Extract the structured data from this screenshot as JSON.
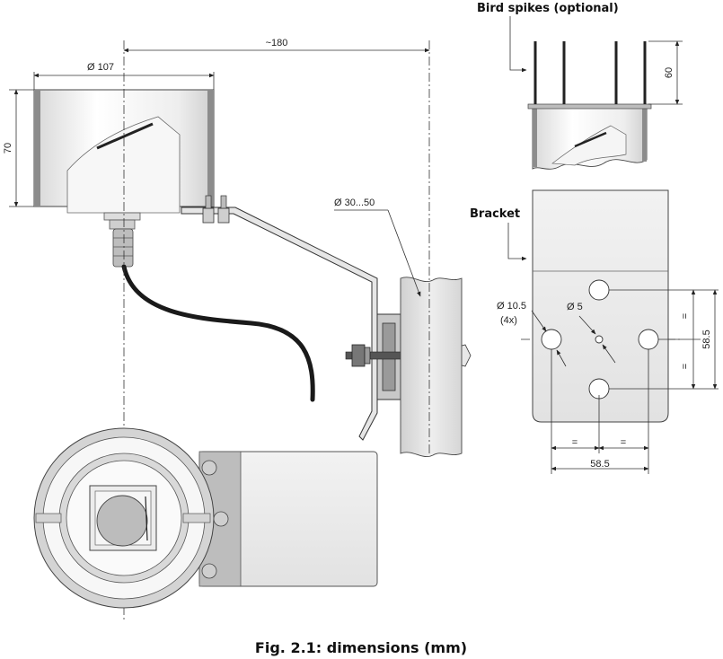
{
  "figure": {
    "caption": "Fig. 2.1: dimensions (mm)",
    "dimensions": {
      "diameter_housing": "Ø 107",
      "overall_length": "~180",
      "height": "70",
      "pole_diameter": "Ø 30...50",
      "spike_height": "60",
      "hole_diameter": "Ø 10.5",
      "hole_count": "(4x)",
      "center_hole": "Ø 5",
      "spacing_vertical": "58.5",
      "spacing_horizontal": "58.5",
      "equal_sign": "="
    },
    "labels": {
      "bird_spikes": "Bird spikes (optional)",
      "bracket": "Bracket"
    }
  }
}
